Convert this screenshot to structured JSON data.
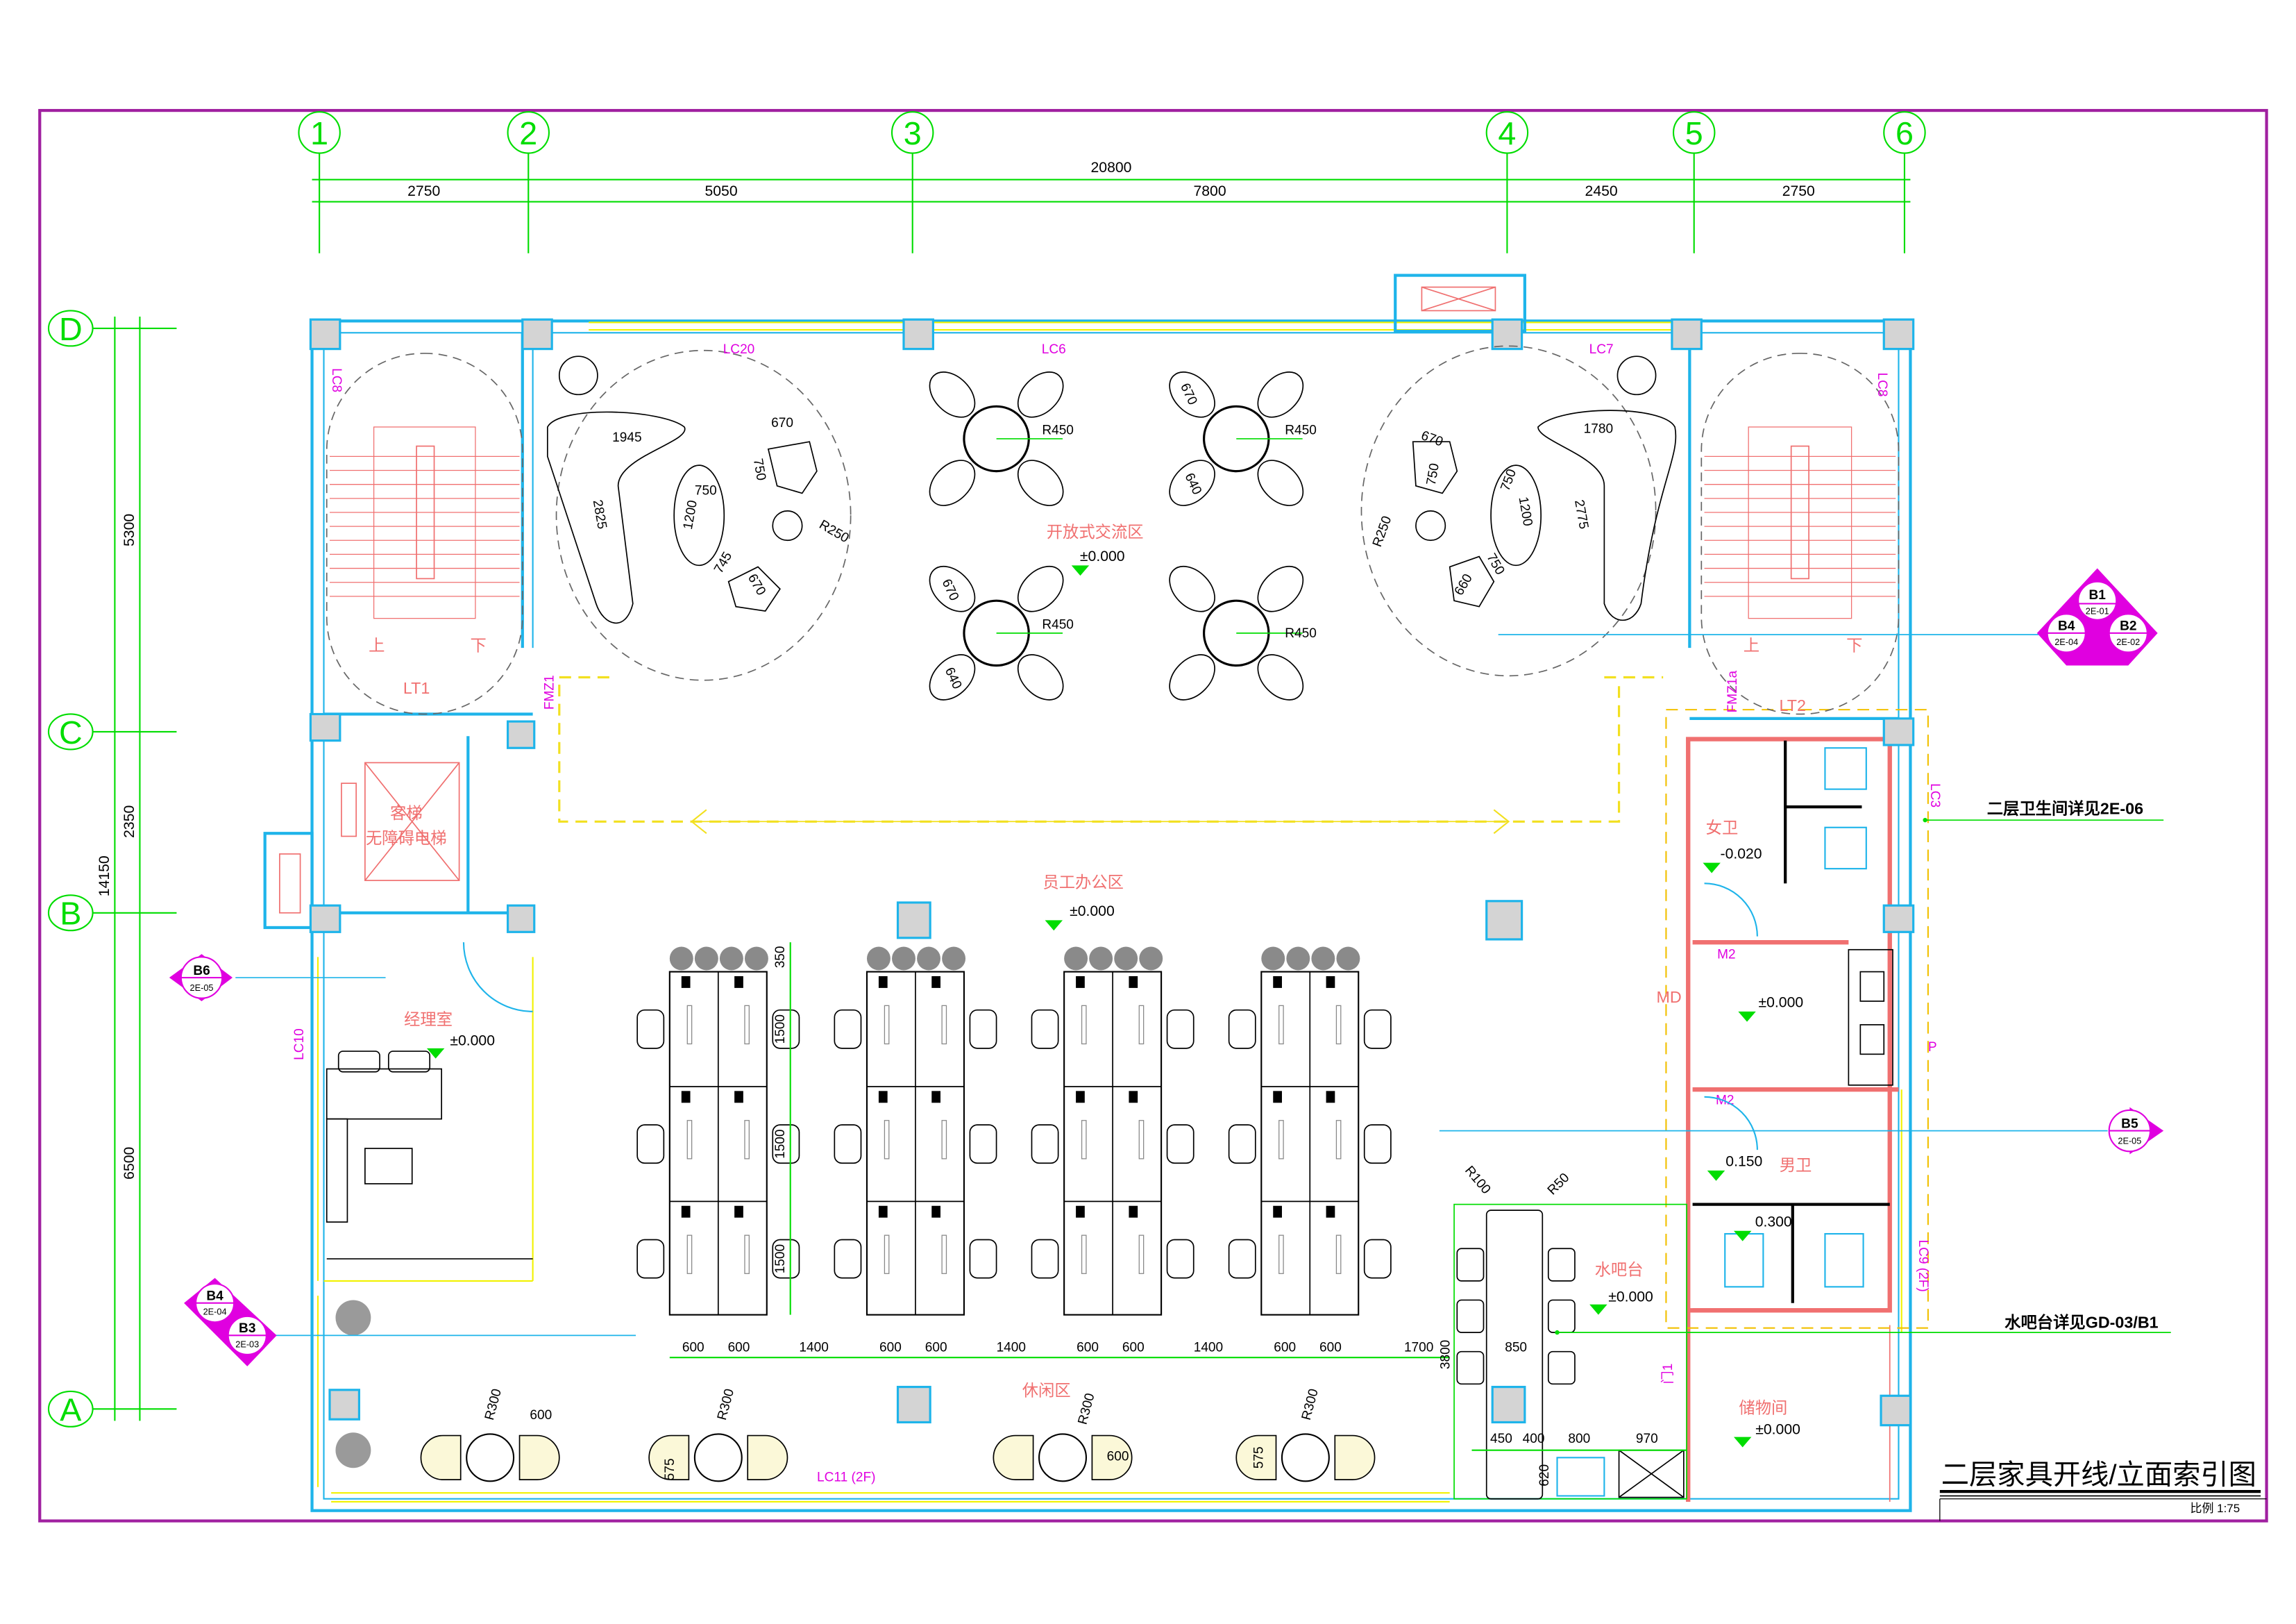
{
  "title": {
    "main": "二层家具开线/立面索引图",
    "scale": "比例 1:75"
  },
  "grid": {
    "columns": [
      "1",
      "2",
      "3",
      "4",
      "5",
      "6"
    ],
    "rows": [
      "D",
      "C",
      "B",
      "A"
    ]
  },
  "dimensions": {
    "top_total": "20800",
    "top_spans": [
      "2750",
      "5050",
      "7800",
      "2450",
      "2750"
    ],
    "left_spans": [
      "5300",
      "2350",
      "6500"
    ],
    "left_total": "14150"
  },
  "rooms": {
    "open_lounge": "开放式交流区",
    "staff_office": "员工办公区",
    "manager_office": "经理室",
    "leisure": "休闲区",
    "water_bar": "水吧台",
    "women_wc": "女卫",
    "men_wc": "男卫",
    "storage": "储物间",
    "elevator_1": "客梯",
    "elevator_2": "无障碍电梯",
    "stair_left": "LT1",
    "stair_right": "LT2",
    "stair_up": "上",
    "stair_down": "下"
  },
  "levels": {
    "open_lounge": "±0.000",
    "staff_office": "±0.000",
    "manager_office": "±0.000",
    "water_bar": "±0.000",
    "women_wc": "-0.020",
    "wc_lobby": "±0.000",
    "men_wc": "0.150",
    "men_stall": "0.300",
    "storage": "±0.000"
  },
  "openings": {
    "lc8_left": "LC8",
    "lc20": "LC20",
    "lc6": "LC6",
    "lc7": "LC7",
    "lc8_right": "LC8",
    "lc3": "LC3",
    "lc9": "LC9 (2F)",
    "lc10": "LC10",
    "lc11": "LC11 (2F)",
    "fmz1": "FMZ1",
    "fmz1a": "FMZ1a",
    "m2_a": "M2",
    "m2_b": "M2",
    "md": "MD",
    "door1": "门1",
    "p": "P"
  },
  "callouts": {
    "wc_detail": "二层卫生间详见2E-06",
    "bar_detail": "水吧台详见GD-03/B1",
    "elevations": [
      {
        "id": "B1",
        "sheet": "2E-01"
      },
      {
        "id": "B2",
        "sheet": "2E-02"
      },
      {
        "id": "B4",
        "sheet": "2E-04"
      },
      {
        "id": "B5",
        "sheet": "2E-05"
      },
      {
        "id": "B6",
        "sheet": "2E-05"
      },
      {
        "id": "B4",
        "sheet": "2E-04"
      },
      {
        "id": "B3",
        "sheet": "2E-03"
      }
    ]
  },
  "furniture_dims": {
    "lounge_left": [
      "1945",
      "2825",
      "670",
      "750",
      "750",
      "1200",
      "745",
      "670",
      "R250"
    ],
    "lounge_right": [
      "670",
      "750",
      "1780",
      "750",
      "1200",
      "2775",
      "R250",
      "750",
      "660"
    ],
    "tables": [
      "R450",
      "R450",
      "R450",
      "R450",
      "670",
      "640",
      "670",
      "640"
    ],
    "workstation_rows": [
      "350",
      "1500",
      "1500",
      "1500"
    ],
    "workstation_spans": [
      "600",
      "600",
      "1400",
      "600",
      "600",
      "1400",
      "600",
      "600",
      "1400",
      "600",
      "600",
      "1700"
    ],
    "leisure": [
      "R300",
      "600",
      "R300",
      "575",
      "R300",
      "600",
      "R300",
      "575"
    ],
    "bar": [
      "R100",
      "R50",
      "850",
      "3800",
      "450",
      "400",
      "800",
      "970",
      "620"
    ]
  },
  "colors": {
    "grid": "#00dd00",
    "wall": "#1eb4ea",
    "room_label": "#f07070",
    "tag": "#e000e0",
    "window": "#f2f200"
  }
}
